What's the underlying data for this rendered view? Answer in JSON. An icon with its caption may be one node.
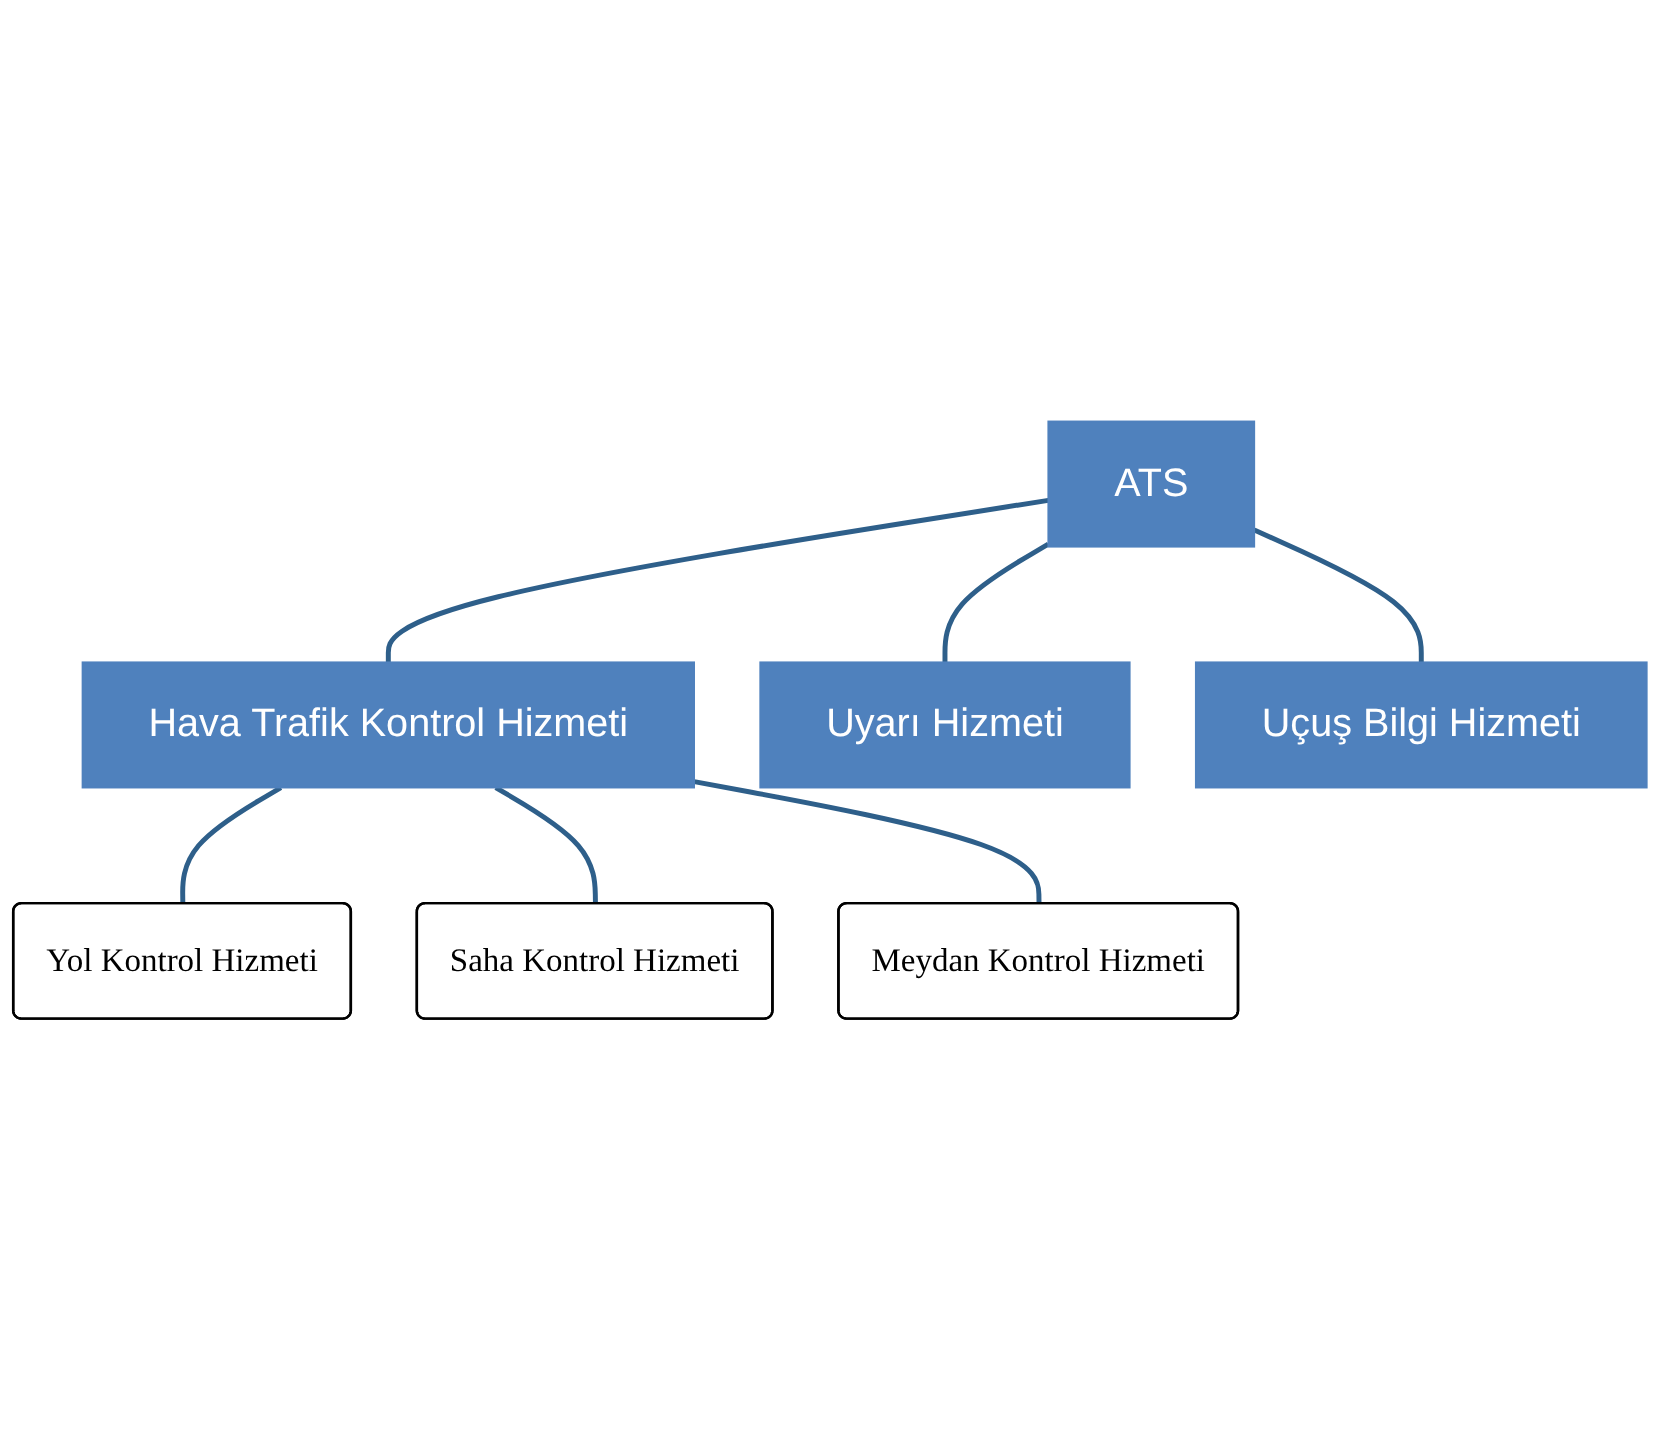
{
  "diagram": {
    "nodes": [
      {
        "text": [
          "ATS"
        ]
      },
      {
        "text": [
          "Hava Trafik Kontrol Hizmeti"
        ]
      },
      {
        "text": [
          "Uyarı Hizmeti"
        ]
      },
      {
        "text": [
          "Uçuş Bilgi Hizmeti"
        ]
      },
      {
        "text": [
          "Yol Kontrol Hizmeti"
        ]
      },
      {
        "text": [
          "Saha Kontrol Hizmeti"
        ]
      },
      {
        "text": [
          "Meydan Kontrol Hizmeti"
        ]
      }
    ],
    "edges": [
      {
        "from": 0,
        "to": 1,
        "arrow": "none"
      },
      {
        "from": 0,
        "to": 2,
        "arrow": "none"
      },
      {
        "from": 0,
        "to": 3,
        "arrow": "none"
      },
      {
        "from": 1,
        "to": 4,
        "arrow": "none"
      },
      {
        "from": 1,
        "to": 5,
        "arrow": "none"
      },
      {
        "from": 1,
        "to": 6,
        "arrow": "none"
      }
    ]
  }
}
